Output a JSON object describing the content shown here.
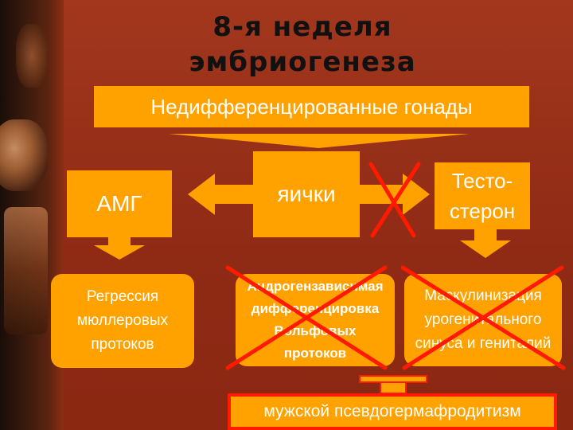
{
  "title": {
    "line1": "8-я неделя",
    "line2": "эмбриогенеза"
  },
  "top_box": "Недифференцированные гонады",
  "amg_box": "АМГ",
  "yaichki_box": "яички",
  "testo_box": {
    "line1": "Тесто-",
    "line2": "стерон"
  },
  "regress_box": {
    "line1": "Регрессия",
    "line2": "мюллеровых",
    "line3": "протоков"
  },
  "androgen_box": {
    "line1": "Андрогензависимая",
    "line2": "дифференцировка",
    "line3": "Вольфовых",
    "line4": "протоков"
  },
  "mascul_box": {
    "line1": "Маскулинизация",
    "line2": "урогенитального",
    "line3": "синуса и гениталий"
  },
  "result_box": "мужской псевдогермафродитизм",
  "colors": {
    "background": "#9a2e18",
    "box": "#ffa200",
    "cross": "#ff1a00",
    "title": "#111111"
  }
}
